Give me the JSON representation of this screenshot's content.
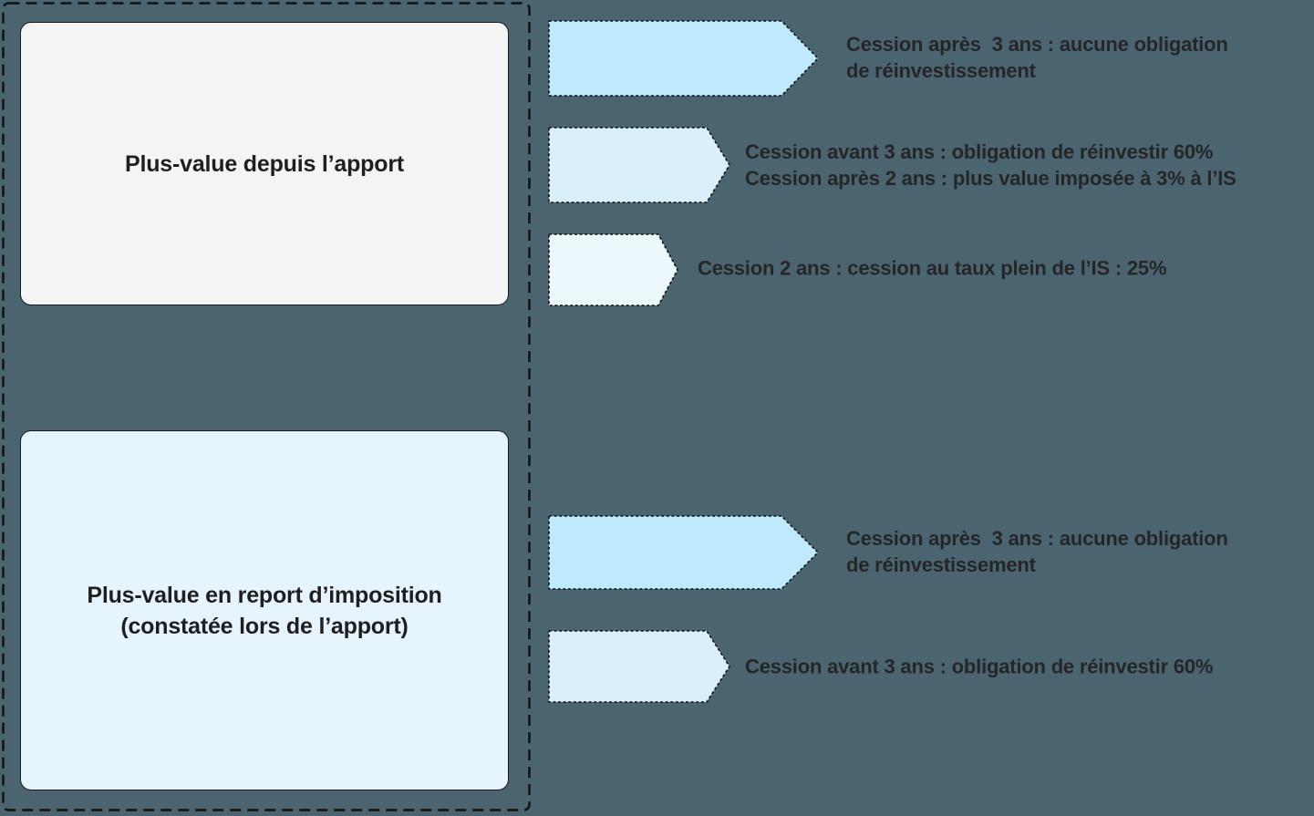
{
  "canvas": {
    "background_color": "#4a6570",
    "outline_color": "#111111",
    "text_color": "#262626"
  },
  "left_panel": {
    "boxes": [
      {
        "label": "Plus-value depuis l’apport",
        "fill": "#f5f4f5"
      },
      {
        "label_lines": [
          "Plus-value en report d’imposition",
          "(constatée lors de l’apport)"
        ],
        "fill": "#e6f4fd"
      }
    ]
  },
  "branches": [
    {
      "arrow_fill": "#bfe9fc",
      "label_lines": [
        "Cession après  3 ans : aucune obligation",
        "de réinvestissement"
      ]
    },
    {
      "arrow_fill": "#d9f0fc",
      "label_lines": [
        "Cession avant 3 ans : obligation de réinvestir 60%",
        "Cession après 2 ans : plus value imposée à 3% à l’IS"
      ]
    },
    {
      "arrow_fill": "#edf8fd",
      "label_lines": [
        "Cession 2 ans : cession au taux plein de l’IS : 25%"
      ]
    },
    {
      "arrow_fill": "#bfe9fc",
      "label_lines": [
        "Cession après  3 ans : aucune obligation",
        "de réinvestissement"
      ]
    },
    {
      "arrow_fill": "#d9f0fc",
      "label_lines": [
        "Cession avant 3 ans : obligation de réinvestir 60%"
      ]
    }
  ]
}
